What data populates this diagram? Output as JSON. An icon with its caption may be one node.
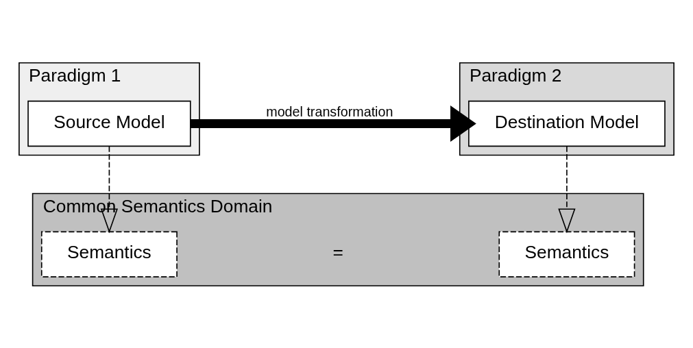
{
  "diagram": {
    "nodes": [
      {
        "text": [
          "Paradigm 1"
        ]
      },
      {
        "text": [
          "Source Model"
        ],
        "in": 0
      },
      {
        "text": [
          "Paradigm 2"
        ]
      },
      {
        "text": [
          "Destination Model"
        ],
        "in": 2
      },
      {
        "text": [
          "Common Semantics Domain"
        ]
      },
      {
        "text": [
          "Semantics"
        ],
        "in": 4
      },
      {
        "text": [
          "Semantics"
        ],
        "in": 4
      }
    ],
    "edges": [
      {
        "from": 1,
        "to": 3,
        "arrow": "to",
        "label": "model transformation",
        "style": "thick"
      },
      {
        "from": 1,
        "to": 5,
        "arrow": "to",
        "style": "dashed"
      },
      {
        "from": 3,
        "to": 6,
        "arrow": "to",
        "style": "dashed"
      }
    ],
    "labels": [
      "="
    ]
  }
}
